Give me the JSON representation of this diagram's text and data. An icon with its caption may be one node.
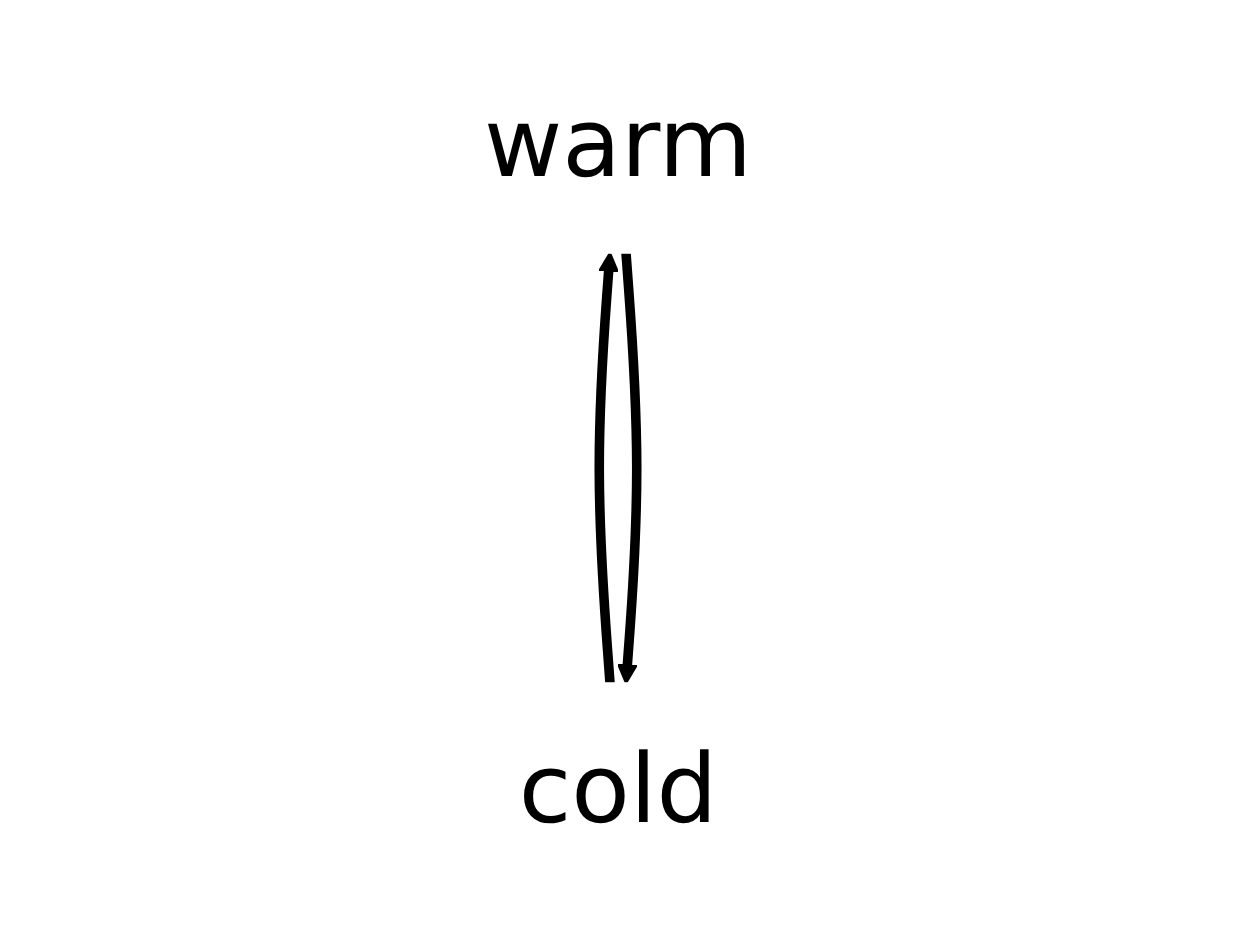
{
  "diagram": {
    "nodes": [
      {
        "text": [
          "cold"
        ]
      },
      {
        "text": [
          "warm"
        ]
      }
    ],
    "edges": [
      {
        "from": 0,
        "to": 1,
        "arrow": "to"
      },
      {
        "from": 1,
        "to": 0,
        "arrow": "to"
      }
    ]
  }
}
